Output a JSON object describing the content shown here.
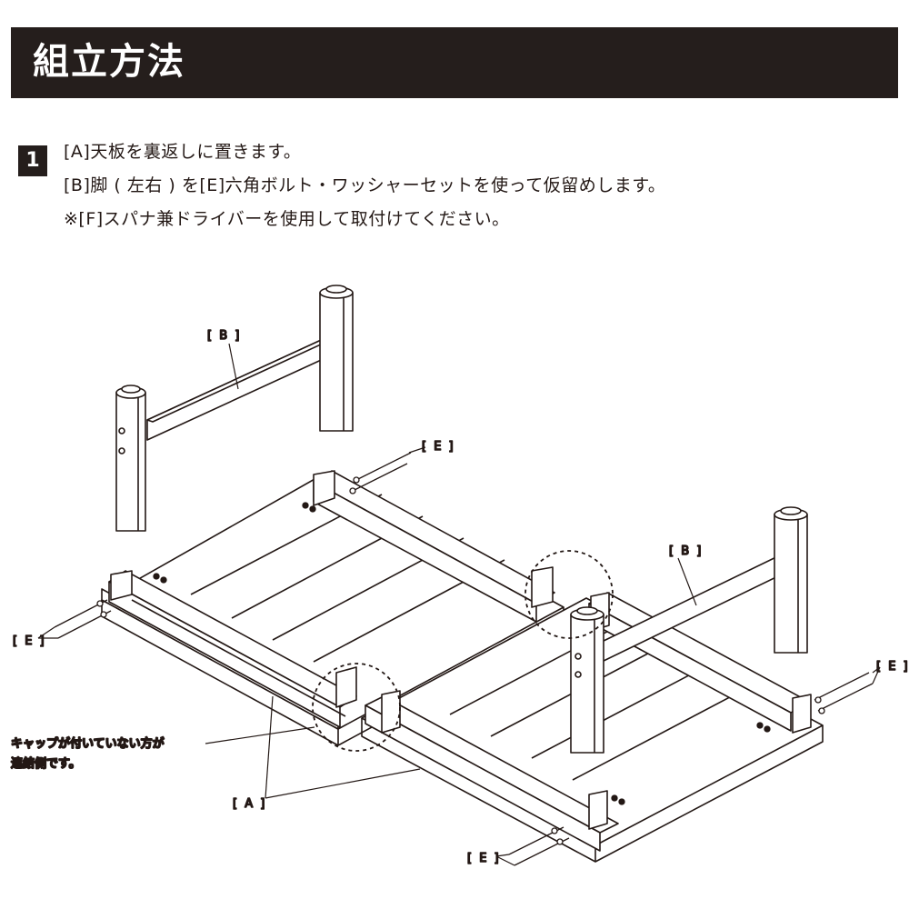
{
  "header": {
    "title": "組立方法"
  },
  "step": {
    "number": "1",
    "lines": [
      "[A]天板を裏返しに置きます。",
      "[B]脚 ( 左右 ) を[E]六角ボルト・ワッシャーセットを使って仮留めします。",
      "※[F]スパナ兼ドライバーを使用して取付けてください。"
    ]
  },
  "labels": {
    "B_top": "[ B ]",
    "B_right": "[ B ]",
    "E_top": "[ E ]",
    "E_left": "[ E ]",
    "E_right": "[ E ]",
    "E_bottom": "[ E ]",
    "A": "[ A ]"
  },
  "note": {
    "line1": "キャップが付いていない方が",
    "line2": "連結側です。"
  }
}
